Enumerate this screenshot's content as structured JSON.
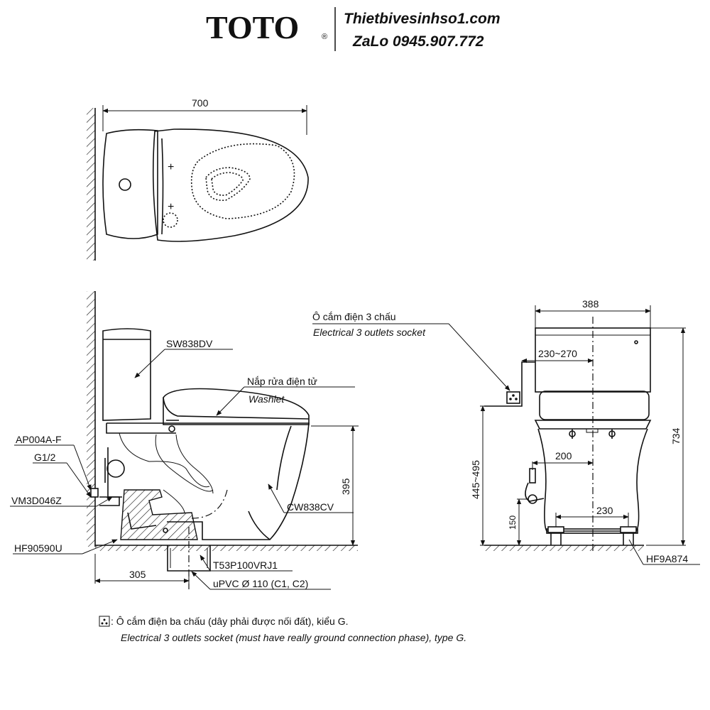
{
  "header": {
    "brand": "TOTO",
    "registered_mark": "®",
    "website": "Thietbivesinhso1.com",
    "contact": "ZaLo 0945.907.772"
  },
  "top_view": {
    "width_dim": "700"
  },
  "side_view": {
    "tank_model": "SW838DV",
    "washlet_vi": "Nắp rửa điện tử",
    "washlet_en": "Washlet",
    "fitting_1": "AP004A-F",
    "fitting_2": "G1/2",
    "valve_model": "VM3D046Z",
    "flange_model": "HF90590U",
    "bowl_model": "CW838CV",
    "drain_model": "T53P100VRJ1",
    "pipe_spec": "uPVC Ø 110 (C1, C2)",
    "dim_wall_to_drain": "305",
    "dim_bowl_height": "395"
  },
  "front_view": {
    "outlet_vi": "Ô cắm điện 3 chấu",
    "outlet_en": "Electrical 3 outlets socket",
    "dim_width": "388",
    "dim_outlet_offset": "230~270",
    "dim_total_height": "734",
    "dim_outlet_height": "445~495",
    "dim_valve_offset": "200",
    "dim_valve_height": "150",
    "dim_bolt_spacing": "230",
    "bolt_model": "HF9A874"
  },
  "footnote": {
    "symbol": "∴",
    "line_vi": ": Ô cắm điện ba chấu (dây phải được nối đất), kiểu G.",
    "line_en": "Electrical 3 outlets socket (must have really ground connection phase), type G."
  }
}
